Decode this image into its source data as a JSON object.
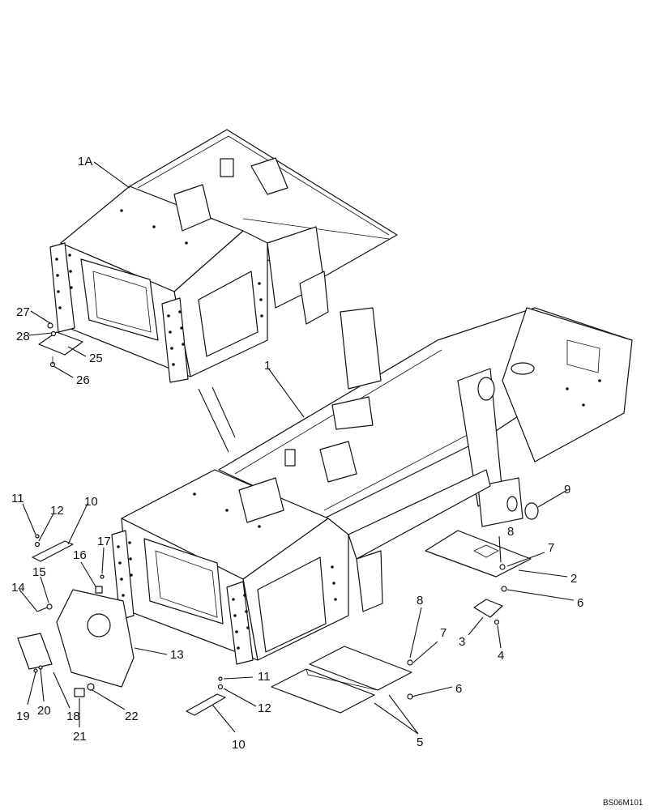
{
  "diagram": {
    "reference_code": "BS06M101",
    "callouts": {
      "c1A": "1A",
      "c1": "1",
      "c2": "2",
      "c3": "3",
      "c4": "4",
      "c5": "5",
      "c6a": "6",
      "c6b": "6",
      "c7a": "7",
      "c7b": "7",
      "c8a": "8",
      "c8b": "8",
      "c9": "9",
      "c10a": "10",
      "c10b": "10",
      "c11a": "11",
      "c11b": "11",
      "c12a": "12",
      "c12b": "12",
      "c13": "13",
      "c14": "14",
      "c15": "15",
      "c16": "16",
      "c17": "17",
      "c18": "18",
      "c19": "19",
      "c20": "20",
      "c21": "21",
      "c22": "22",
      "c25": "25",
      "c26": "26",
      "c27": "27",
      "c28": "28"
    }
  }
}
